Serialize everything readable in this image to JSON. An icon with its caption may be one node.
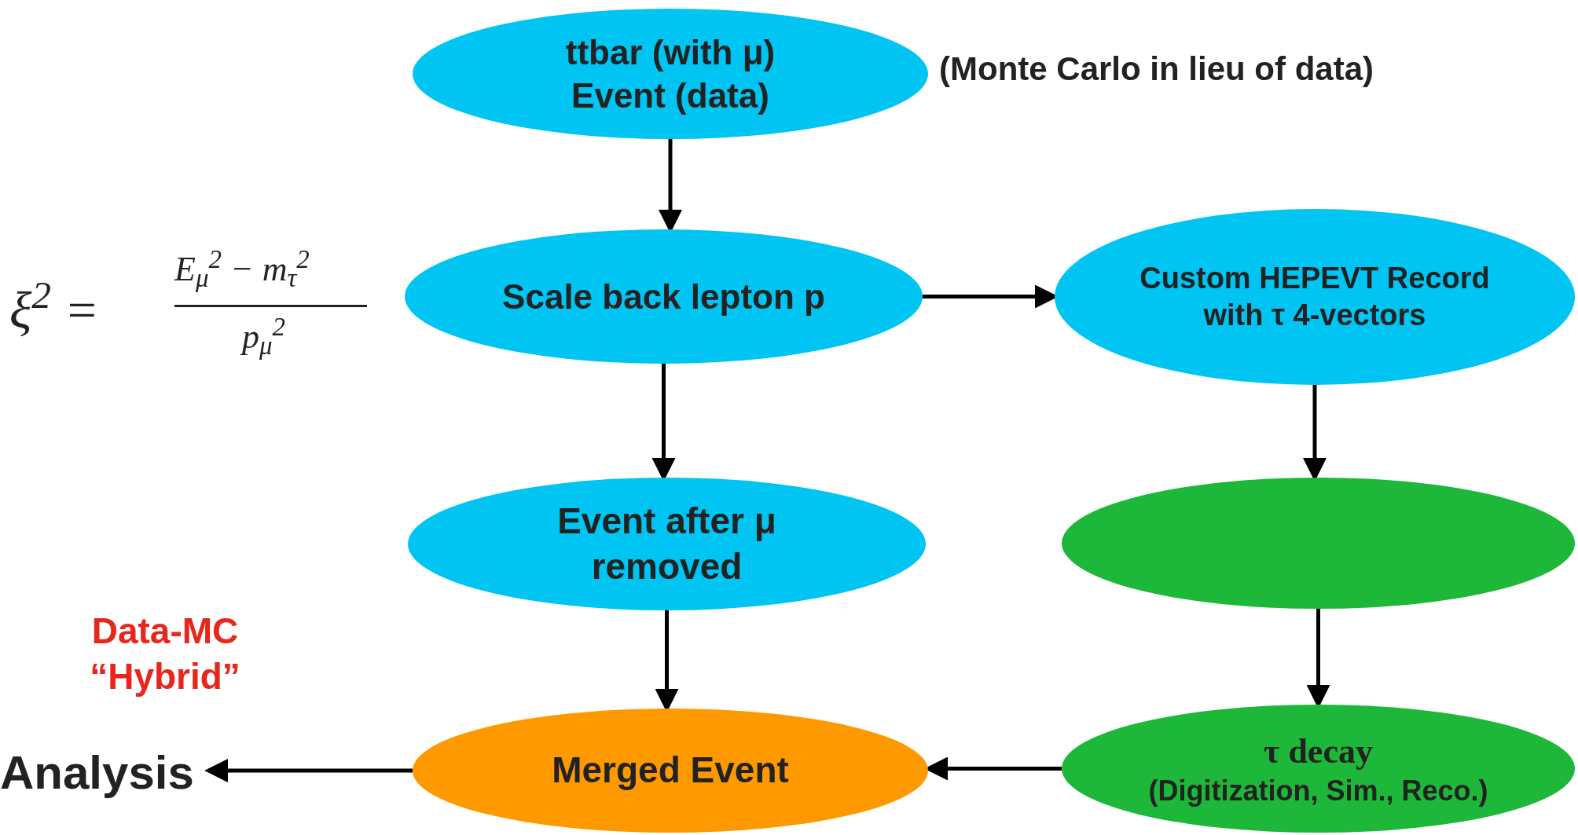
{
  "diagram": {
    "nodes": [
      {
        "text": [
          "ttbar (with μ) Event (data)"
        ],
        "beside": [
          "(Monte Carlo in lieu of data)"
        ]
      },
      {
        "text": [
          "Scale back lepton p"
        ]
      },
      {
        "text": [
          "Custom HEPEVT Record with τ 4-vectors"
        ]
      },
      {
        "text": [
          "Event after μ removed"
        ]
      },
      {
        "text": [],
        "shape": "ellipse"
      },
      {
        "text": [
          "Merged Event"
        ]
      },
      {
        "text": [
          "τ decay",
          "(Digitization, Sim., Reco.)"
        ]
      },
      {
        "text": [
          "Analysis"
        ]
      }
    ],
    "edges": [
      {
        "from": 0,
        "to": 1,
        "arrow": "to"
      },
      {
        "from": 1,
        "to": 2,
        "arrow": "to"
      },
      {
        "from": 1,
        "to": 3,
        "arrow": "to"
      },
      {
        "from": 2,
        "to": 4,
        "arrow": "to"
      },
      {
        "from": 3,
        "to": 5,
        "arrow": "to"
      },
      {
        "from": 4,
        "to": 6,
        "arrow": "to"
      },
      {
        "from": 6,
        "to": 5,
        "arrow": "to"
      },
      {
        "from": 5,
        "to": 7,
        "arrow": "to"
      }
    ],
    "labels": [
      "ξ$^{2}$ =",
      "E$_{μ}$$^{2}$ − m$_{τ}$$^{2}$",
      "p$_{μ}$$^{2}$",
      "Data-MC “Hybrid”"
    ]
  }
}
